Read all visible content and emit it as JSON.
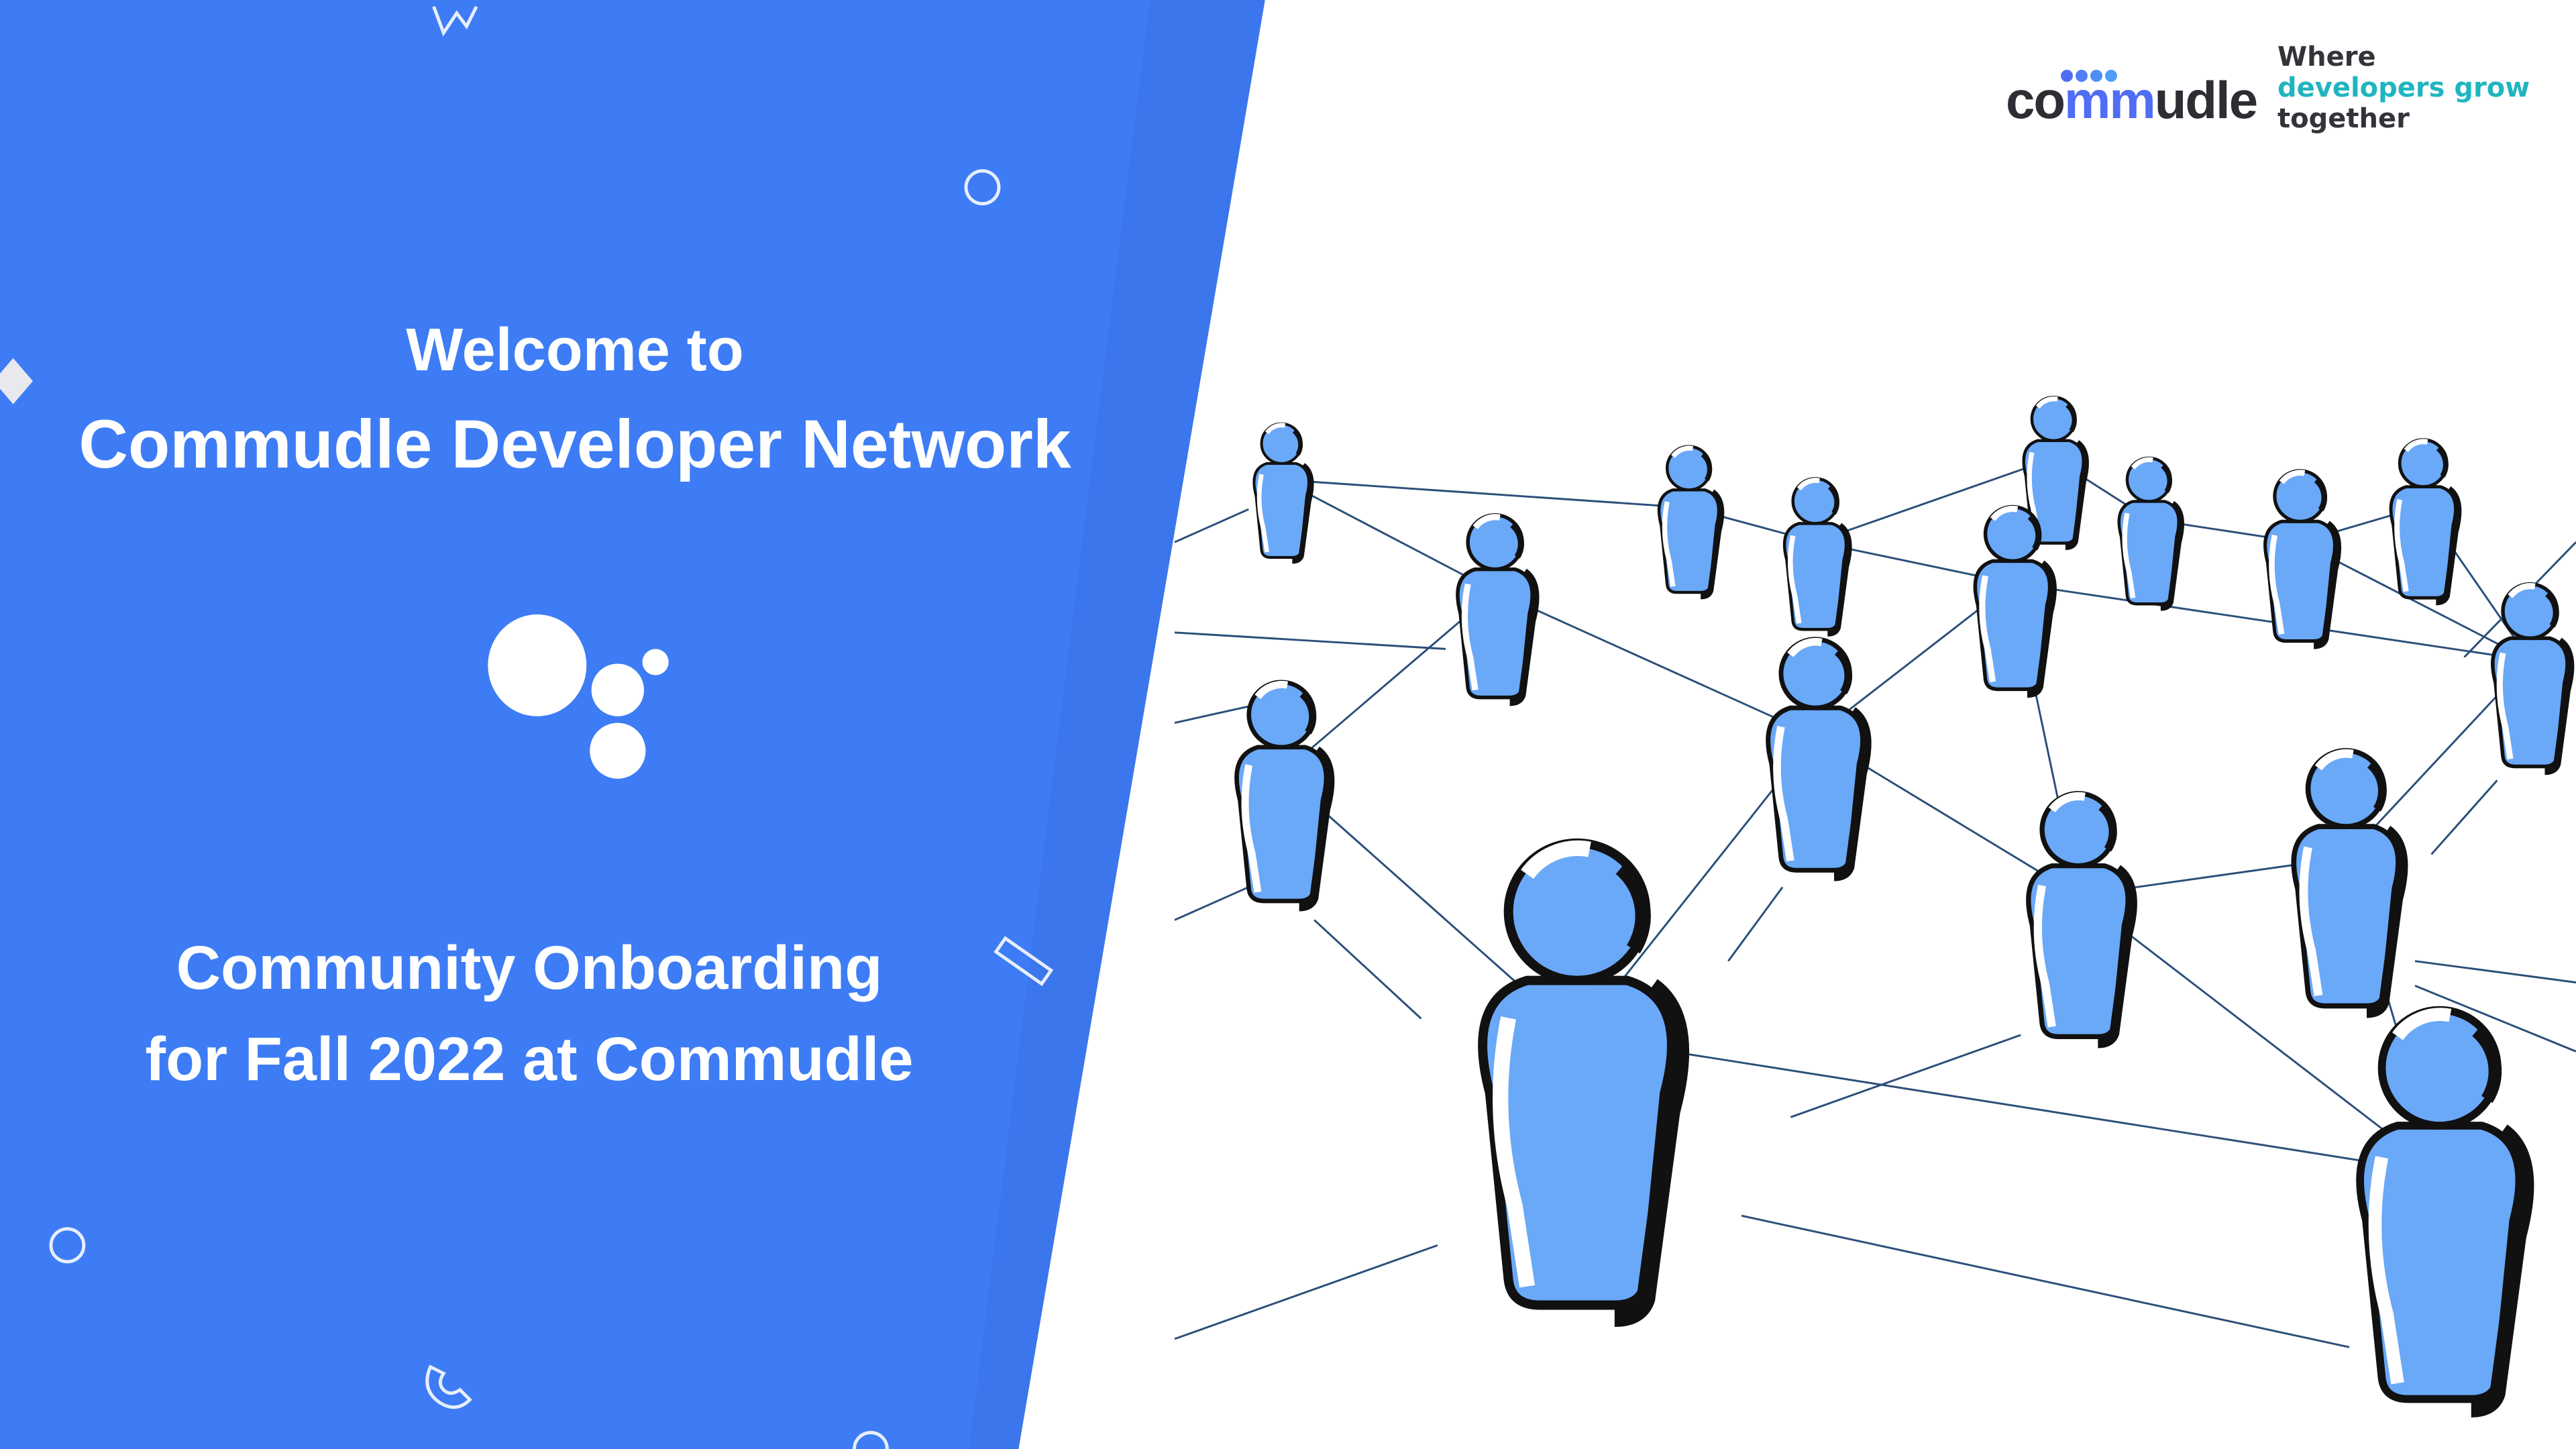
{
  "slide": {
    "welcome_line": "Welcome to",
    "network_line": "Commudle Developer Network",
    "subtitle_line1": "Community Onboarding",
    "subtitle_line2": "for Fall 2022 at Commudle"
  },
  "logo": {
    "wordmark_prefix": "co",
    "wordmark_mm": "mm",
    "wordmark_suffix": "udle",
    "tagline_line1": "Where",
    "tagline_line2": "developers grow",
    "tagline_line3": "together"
  },
  "colors": {
    "panel_blue": "#3d7cf4",
    "person_blue": "#6aa8f8",
    "logo_blue": "#4f6df5",
    "tagline_teal": "#1fb5c0",
    "line_navy": "#2b4f7a"
  },
  "illustration": {
    "icon": "people-network-icon"
  }
}
